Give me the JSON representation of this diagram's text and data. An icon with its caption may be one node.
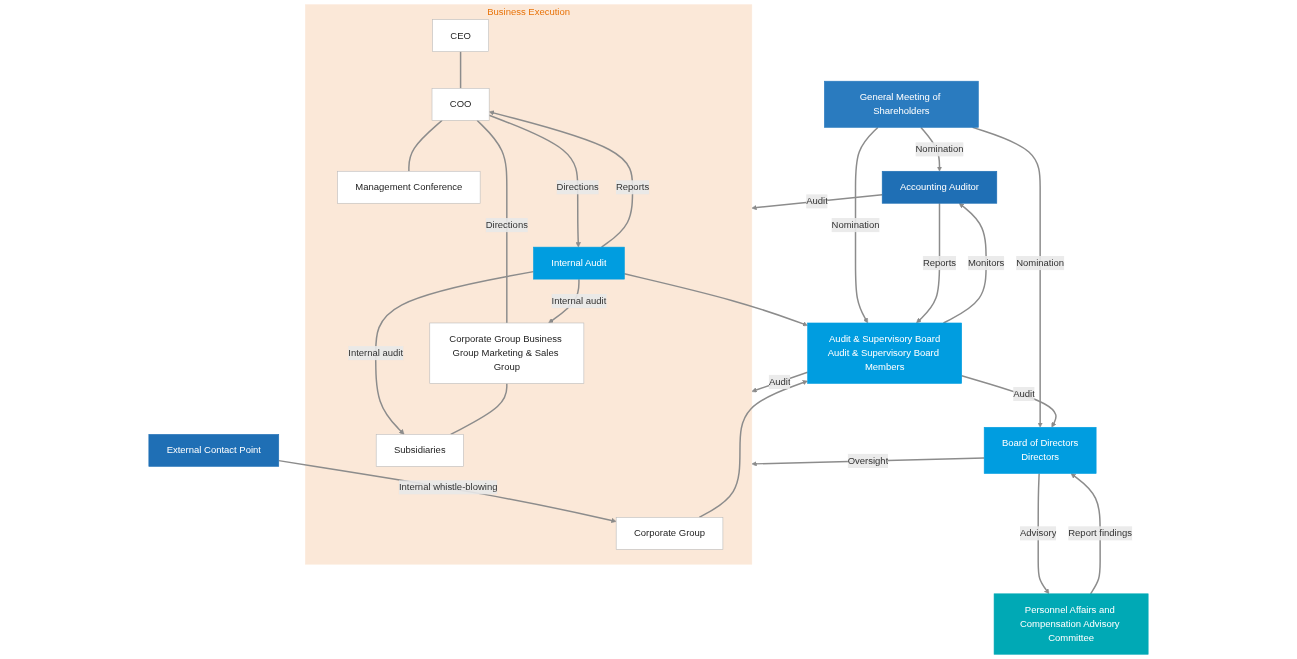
{
  "diagram": {
    "nodes": [
      {
        "text": [
          "General Meeting of Shareholders"
        ]
      },
      {
        "text": [
          "Accounting Auditor"
        ]
      },
      {
        "text": [
          "Audit & Supervisory Board",
          "Audit & Supervisory Board Members"
        ]
      },
      {
        "text": [
          "Board of Directors",
          "Directors"
        ]
      },
      {
        "text": [
          "Personnel Affairs and Compensation Advisory Committee"
        ]
      },
      {
        "text": [
          "Business Execution"
        ]
      },
      {
        "text": [
          "Corporate Group"
        ],
        "in": 5
      },
      {
        "text": [
          "CEO"
        ],
        "in": 5
      },
      {
        "text": [
          "COO"
        ],
        "in": 5
      },
      {
        "text": [
          "Management Conference"
        ],
        "in": 5
      },
      {
        "text": [
          "External Contact Point"
        ]
      },
      {
        "text": [
          "Internal Audit"
        ],
        "in": 5
      },
      {
        "text": [
          "Corporate Group Business Group Marketing & Sales Group"
        ],
        "in": 5
      },
      {
        "text": [
          "Subsidiaries"
        ],
        "in": 5
      }
    ],
    "edges": [
      {
        "from": 0,
        "to": 1,
        "arrow": "to",
        "label": "Nomination"
      },
      {
        "from": 0,
        "to": 2,
        "arrow": "to",
        "label": "Nomination"
      },
      {
        "from": 0,
        "to": 3,
        "arrow": "to",
        "label": "Nomination"
      },
      {
        "from": 1,
        "to": 2,
        "arrow": "to",
        "label": "Reports"
      },
      {
        "from": 2,
        "to": 1,
        "arrow": "to",
        "label": "Monitors"
      },
      {
        "from": 2,
        "to": 3,
        "arrow": "to",
        "label": "Audit"
      },
      {
        "from": 3,
        "to": 4,
        "arrow": "to",
        "label": "Advisory"
      },
      {
        "from": 4,
        "to": 3,
        "arrow": "to",
        "label": "Report findings"
      },
      {
        "from": 1,
        "to": 5,
        "arrow": "to",
        "label": "Audit"
      },
      {
        "from": 2,
        "to": 5,
        "arrow": "to",
        "label": "Audit"
      },
      {
        "from": 3,
        "to": 5,
        "arrow": "to",
        "label": "Oversight"
      },
      {
        "from": 6,
        "to": 2,
        "arrow": "to"
      },
      {
        "from": 10,
        "to": 6,
        "arrow": "to",
        "label": "Internal whistle-blowing"
      },
      {
        "from": 7,
        "to": 8,
        "arrow": "none"
      },
      {
        "from": 8,
        "to": 9,
        "arrow": "none"
      },
      {
        "from": 11,
        "to": 8,
        "arrow": "to",
        "label": "Reports"
      },
      {
        "from": 8,
        "to": 11,
        "arrow": "to",
        "label": "Directions"
      },
      {
        "from": 8,
        "to": 12,
        "arrow": "none",
        "label": "Directions"
      },
      {
        "from": 11,
        "to": 2,
        "arrow": "to"
      },
      {
        "from": 11,
        "to": 12,
        "arrow": "to",
        "label": "Internal audit"
      },
      {
        "from": 11,
        "to": 13,
        "arrow": "to",
        "label": "Internal audit"
      },
      {
        "from": 12,
        "to": 13,
        "arrow": "none"
      }
    ]
  }
}
